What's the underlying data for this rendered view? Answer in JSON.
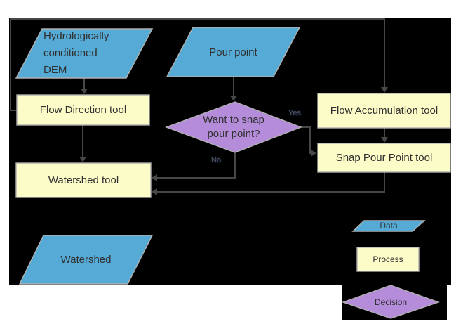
{
  "diagram_type": "flowchart",
  "nodes": {
    "dem": {
      "label": "Hydrologically conditioned DEM",
      "type": "data"
    },
    "pour_point": {
      "label": "Pour point",
      "type": "data"
    },
    "flow_direction": {
      "label": "Flow Direction tool",
      "type": "process"
    },
    "flow_accumulation": {
      "label": "Flow Accumulation tool",
      "type": "process"
    },
    "snap_pour_point": {
      "label": "Snap Pour Point tool",
      "type": "process"
    },
    "snap_decision": {
      "label": "Want to snap pour point?",
      "type": "decision"
    },
    "watershed_tool": {
      "label": "Watershed tool",
      "type": "process"
    },
    "watershed": {
      "label": "Watershed",
      "type": "data"
    }
  },
  "edges": {
    "yes_label": "Yes",
    "no_label": "No",
    "connections": [
      {
        "from": "dem",
        "to": "flow_direction"
      },
      {
        "from": "pour_point",
        "to": "snap_decision"
      },
      {
        "from": "flow_direction",
        "to": "flow_accumulation"
      },
      {
        "from": "flow_direction",
        "to": "watershed_tool"
      },
      {
        "from": "flow_accumulation",
        "to": "snap_pour_point"
      },
      {
        "from": "snap_decision",
        "to": "snap_pour_point",
        "label": "Yes"
      },
      {
        "from": "snap_decision",
        "to": "watershed_tool",
        "label": "No"
      },
      {
        "from": "snap_pour_point",
        "to": "watershed_tool"
      },
      {
        "from": "watershed_tool",
        "to": "watershed"
      }
    ]
  },
  "legend": {
    "data": "Data",
    "process": "Process",
    "decision": "Decision"
  },
  "colors": {
    "background": "#000000",
    "data_fill": "#56ABD6",
    "process_fill": "#FCFCC9",
    "decision_fill": "#B48CD9",
    "connector": "#474747",
    "shape_border": "#B0B0B0",
    "label_text": "#303030"
  }
}
